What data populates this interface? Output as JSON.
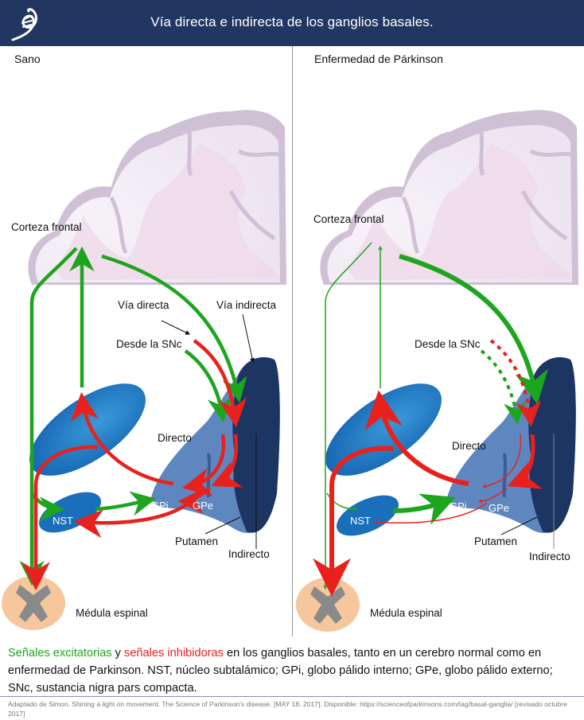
{
  "header": {
    "title": "Vía directa e indirecta de los ganglios basales.",
    "logo_icon": "dna-helix-logo-icon"
  },
  "colors": {
    "header_bg": "#213761",
    "excitatory": "#1ea51e",
    "inhibitory": "#e8211d",
    "striatum_light": "#5e87c0",
    "striatum_dark": "#1c3563",
    "thalamus_blue": "#1a74c2",
    "spinal_cord": "#f6c79c",
    "cortex": "#e9dff0"
  },
  "panels": {
    "healthy": {
      "heading": "Sano",
      "labels": {
        "cortex": "Corteza frontal",
        "direct_path": "Vía directa",
        "indirect_path": "Vía indirecta",
        "from_snc": "Desde la SNc",
        "direct": "Directo",
        "gpi": "GPi",
        "gpe": "GPe",
        "nst": "NST",
        "putamen": "Putamen",
        "indirect": "Indirecto",
        "spinal_cord": "Médula espinal"
      }
    },
    "parkinson": {
      "heading": "Enfermedad de Párkinson",
      "labels": {
        "cortex": "Corteza frontal",
        "from_snc": "Desde la SNc",
        "direct": "Directo",
        "gpi": "GPi",
        "gpe": "GPe",
        "nst": "NST",
        "putamen": "Putamen",
        "indirect": "Indirecto",
        "spinal_cord": "Médula espinal"
      }
    }
  },
  "caption": {
    "excitatory": "Señales excitatorias",
    "connector": " y ",
    "inhibitory": "señales inhibidoras",
    "rest": " en los ganglios basales, tanto en un cerebro normal como en enfermedad de Parkinson. NST, núcleo subtalámico; GPi, globo pálido interno; GPe, globo pálido externo; SNc, sustancia nigra pars compacta."
  },
  "source": "Adaptado de Simon. Shining a light on movement. The Science of Parkinson's disease. [MAY 18. 2017]. Disponible: https://scienceofparkinsons.com/tag/basal-ganglia/ [revisado octubre 2017]"
}
